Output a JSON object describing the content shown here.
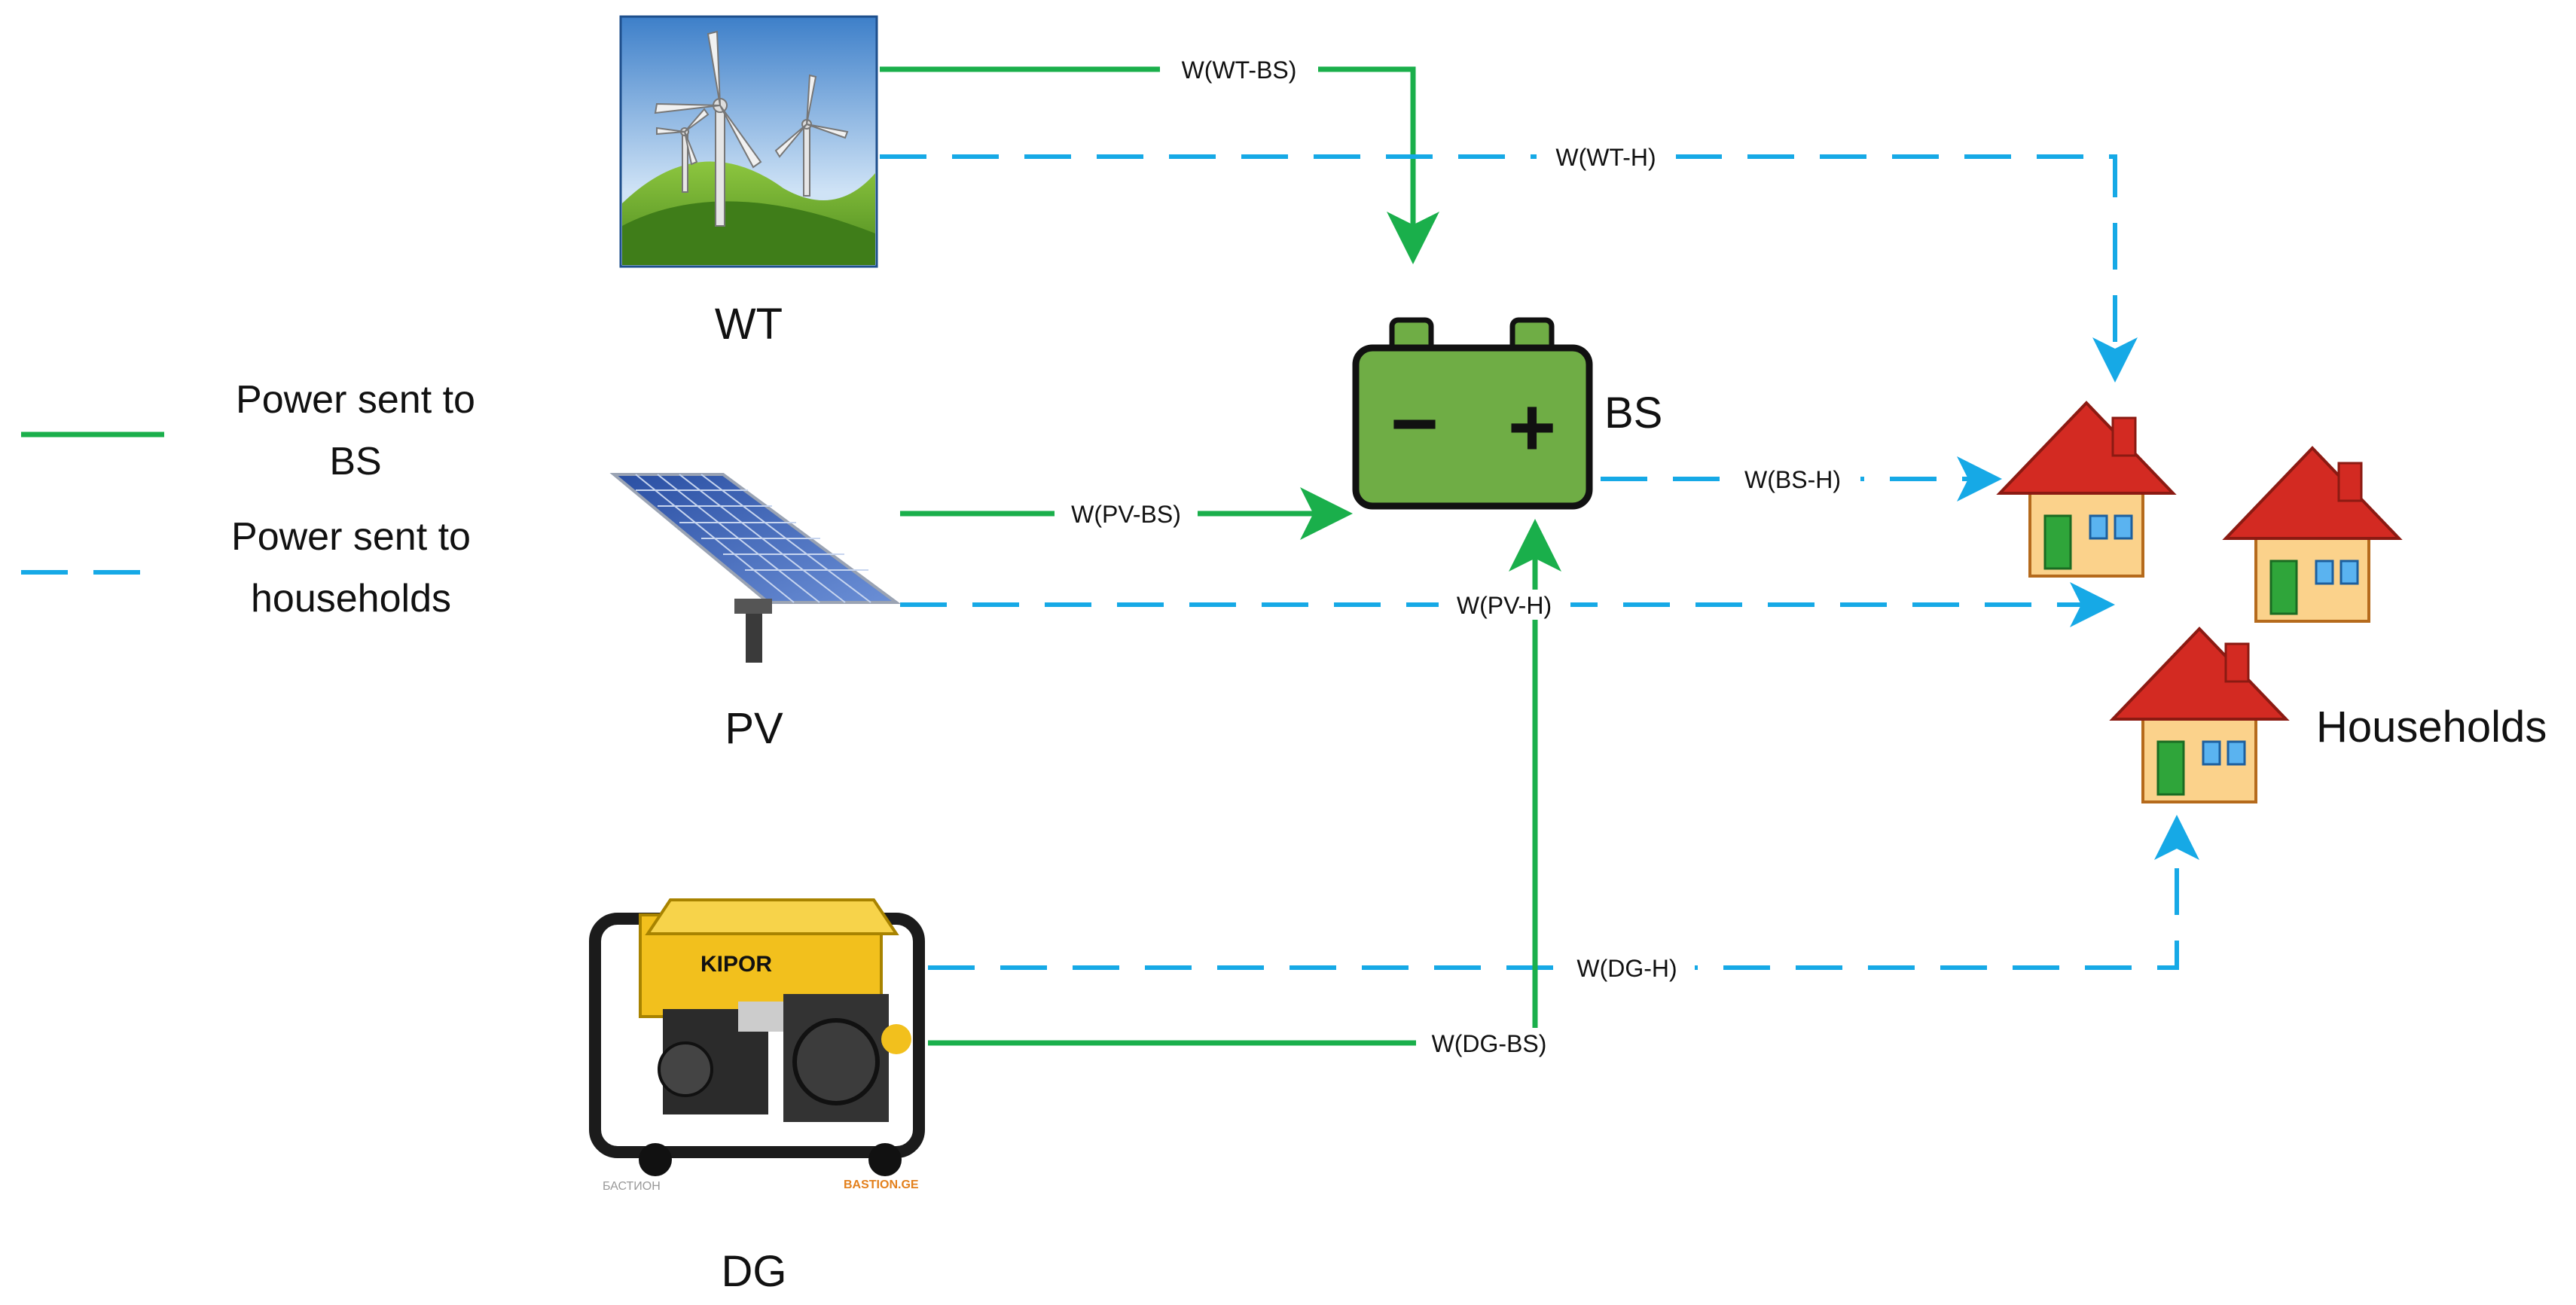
{
  "colors": {
    "bs_flow": "#1aaf4b",
    "household_flow": "#16a9e6",
    "battery_body": "#6fad45",
    "roof": "#d32a22",
    "wall": "#fbd28b"
  },
  "legend": {
    "bs_line_label": "Power sent to BS",
    "bs_line_label_l1": "Power sent to",
    "bs_line_label_l2": "BS",
    "household_line_label": "Power sent to households",
    "household_line_label_l1": "Power sent to",
    "household_line_label_l2": "households"
  },
  "nodes": {
    "wt": {
      "label": "WT",
      "icon": "wind-turbine-icon"
    },
    "pv": {
      "label": "PV",
      "icon": "solar-panel-icon"
    },
    "dg": {
      "label": "DG",
      "icon": "diesel-generator-icon",
      "watermark_left": "БАСТИОН",
      "watermark_right": "BASTION.GE",
      "brand": "KIPOR"
    },
    "bs": {
      "label": "BS",
      "icon": "battery-icon",
      "minus": "−",
      "plus": "+"
    },
    "households": {
      "label": "Households",
      "icon": "house-icon"
    }
  },
  "flows": {
    "wt_bs": "W(WT-BS)",
    "wt_h": "W(WT-H)",
    "pv_bs": "W(PV-BS)",
    "pv_h": "W(PV-H)",
    "bs_h": "W(BS-H)",
    "dg_h": "W(DG-H)",
    "dg_bs": "W(DG-BS)"
  }
}
